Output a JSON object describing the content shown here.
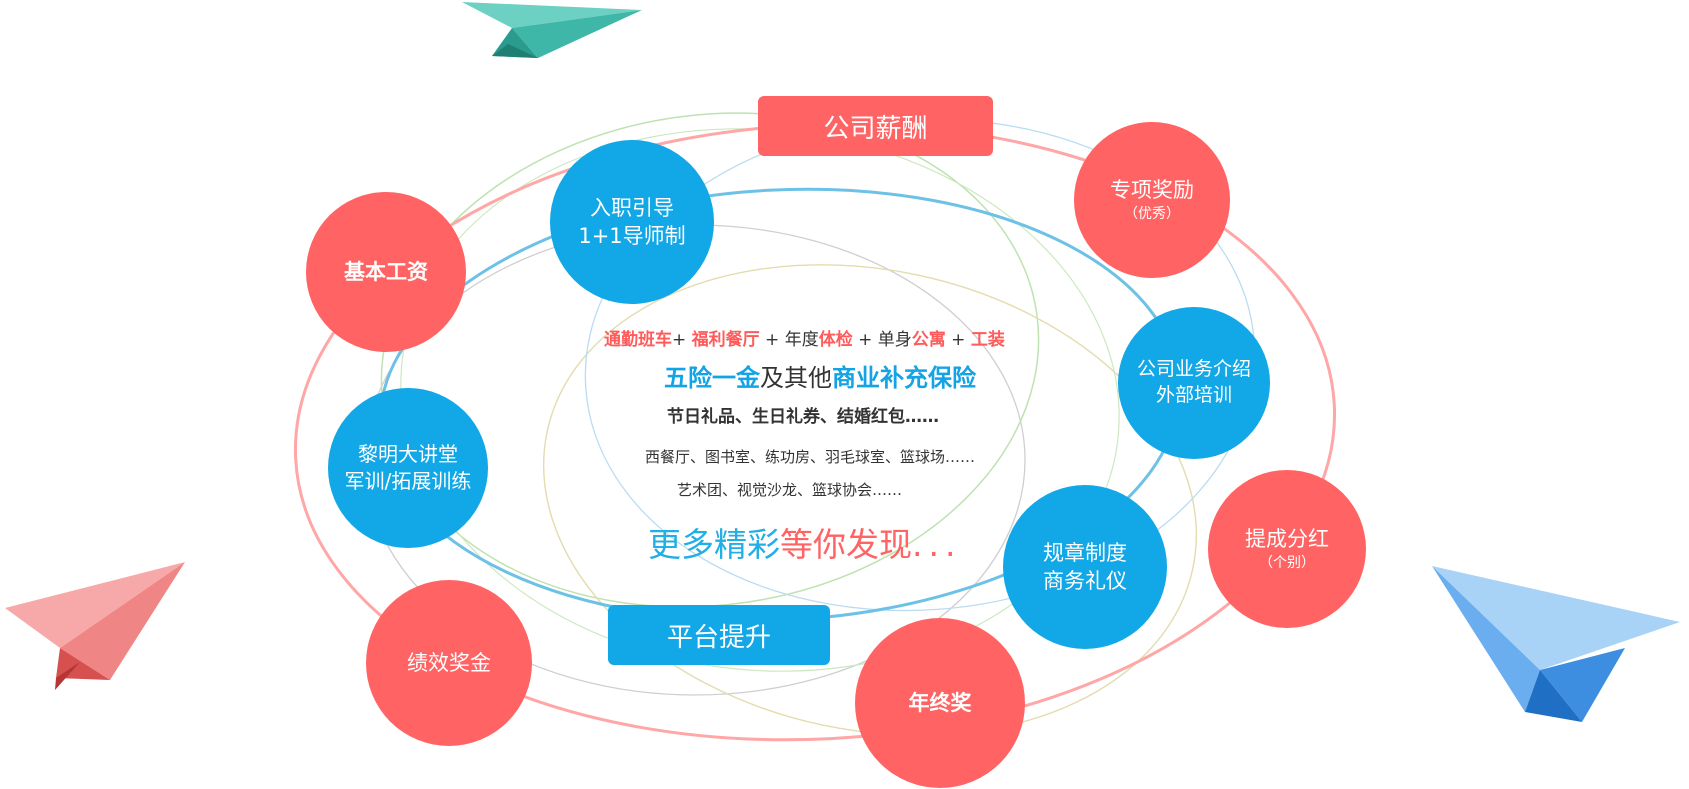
{
  "colors": {
    "red": "#ff6363",
    "blue": "#12a7e6",
    "ring_red": "#ffa0a0",
    "ring_blue": "#70c3e8",
    "ring_green": "#b6dfa6",
    "ring_gray": "#cccccc"
  },
  "boxes": {
    "salary": "公司薪酬",
    "platform": "平台提升"
  },
  "red_nodes": {
    "basic_salary": "基本工资",
    "special_award": "专项奖励",
    "special_award_sub": "（优秀）",
    "commission": "提成分红",
    "commission_sub": "（个别）",
    "year_end_bonus": "年终奖",
    "performance_bonus": "绩效奖金"
  },
  "blue_nodes": {
    "onboarding_line1": "入职引导",
    "onboarding_line2": "1+1导师制",
    "lecture_line1": "黎明大讲堂",
    "lecture_line2": "军训/拓展训练",
    "business_line1": "公司业务介绍",
    "business_line2": "外部培训",
    "rules_line1": "规章制度",
    "rules_line2": "商务礼仪"
  },
  "center": {
    "line1": {
      "p1": "通勤班车",
      "p2": "+ ",
      "p3": "福利餐厅",
      "p4": " + 年度",
      "p5": "体检",
      "p6": " + 单身",
      "p7": "公寓",
      "p8": " + ",
      "p9": "工装"
    },
    "line2": {
      "p1": "五险一金",
      "p2": "及其他",
      "p3": "商业补充保险"
    },
    "line3": "节日礼品、生日礼券、结婚红包……",
    "line4": "西餐厅、图书室、练功房、羽毛球室、篮球场……",
    "line5": "艺术团、视觉沙龙、篮球协会……",
    "line6": {
      "p1": "更多精彩",
      "p2": "等你发现",
      "p3": "..."
    }
  },
  "icons": [
    "paper-plane-teal",
    "paper-plane-red",
    "paper-plane-blue"
  ]
}
